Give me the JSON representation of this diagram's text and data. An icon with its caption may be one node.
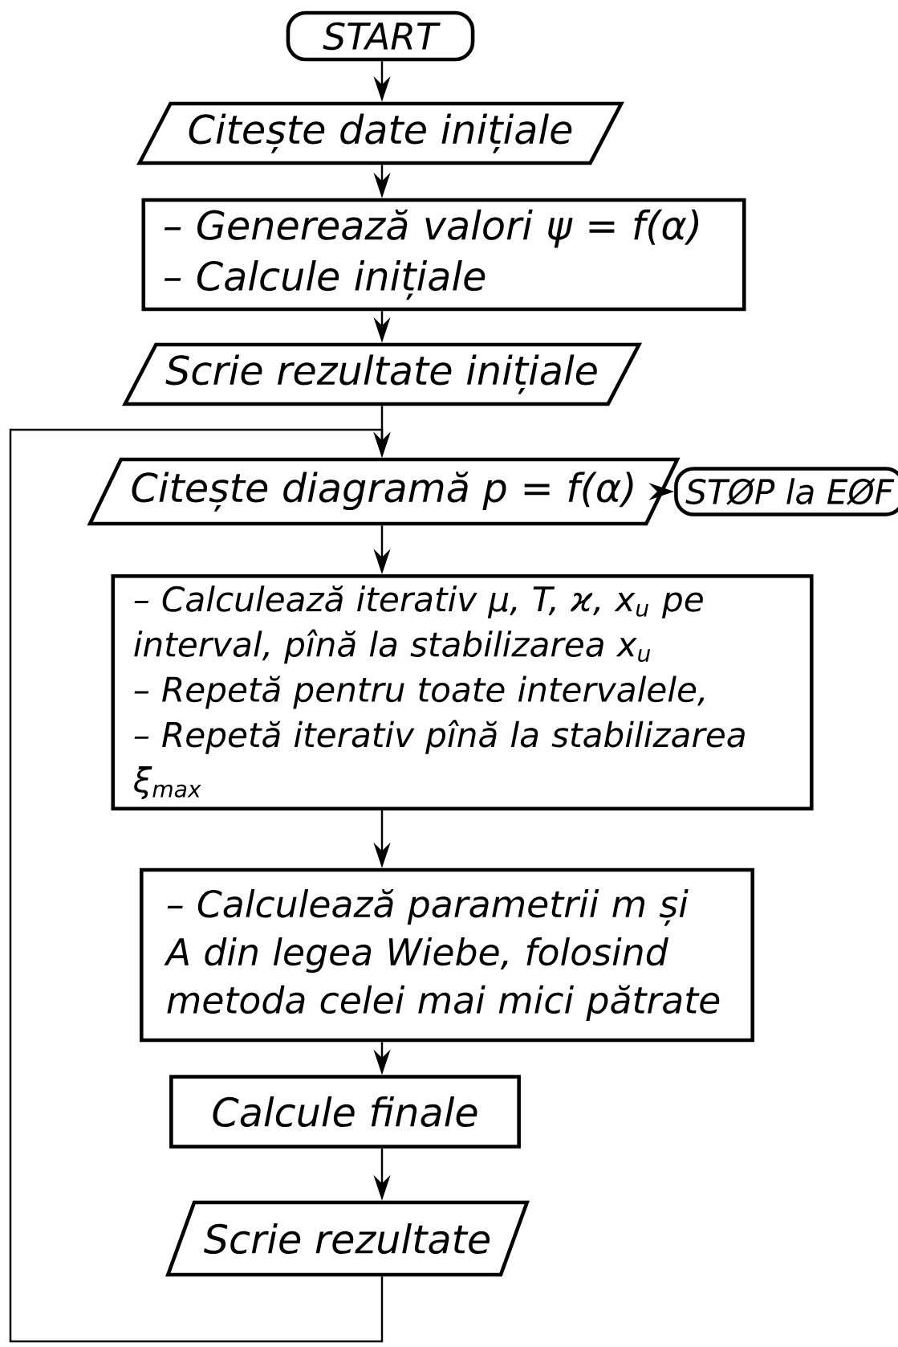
{
  "diagram": {
    "nodes": [
      {
        "text": [
          "START"
        ]
      },
      {
        "text": [
          "Citește date inițiale"
        ]
      },
      {
        "text": [
          "– Generează valori ψ = f(α)",
          "– Calcule inițiale"
        ]
      },
      {
        "text": [
          "Scrie rezultate inițiale"
        ]
      },
      {
        "text": [
          "Citește diagramă p = f(α)"
        ]
      },
      {
        "text": [
          "STØP la EØF"
        ]
      },
      {
        "text": [
          "– Calculează iterativ μ, T, ϰ, x$_{u}$ pe interval, pînă la stabilizarea x$_{u}$",
          "– Repetă pentru toate intervalele,",
          "– Repetă iterativ pînă la stabilizarea ξ$_{max}$"
        ]
      },
      {
        "text": [
          "– Calculează parametrii m și A din legea Wiebe, folosind metoda celei mai mici pătrate"
        ]
      },
      {
        "text": [
          "Calcule finale"
        ]
      },
      {
        "text": [
          "Scrie rezultate"
        ]
      }
    ],
    "edges": [
      {
        "from": 0,
        "to": 1,
        "arrow": "to"
      },
      {
        "from": 1,
        "to": 2,
        "arrow": "to"
      },
      {
        "from": 2,
        "to": 3,
        "arrow": "to"
      },
      {
        "from": 3,
        "to": 4,
        "arrow": "to"
      },
      {
        "from": 4,
        "to": 5,
        "arrow": "to"
      },
      {
        "from": 4,
        "to": 6,
        "arrow": "to"
      },
      {
        "from": 6,
        "to": 7,
        "arrow": "to"
      },
      {
        "from": 7,
        "to": 8,
        "arrow": "to"
      },
      {
        "from": 8,
        "to": 9,
        "arrow": "to"
      },
      {
        "from": 9,
        "to": 4,
        "arrow": "to"
      }
    ]
  }
}
